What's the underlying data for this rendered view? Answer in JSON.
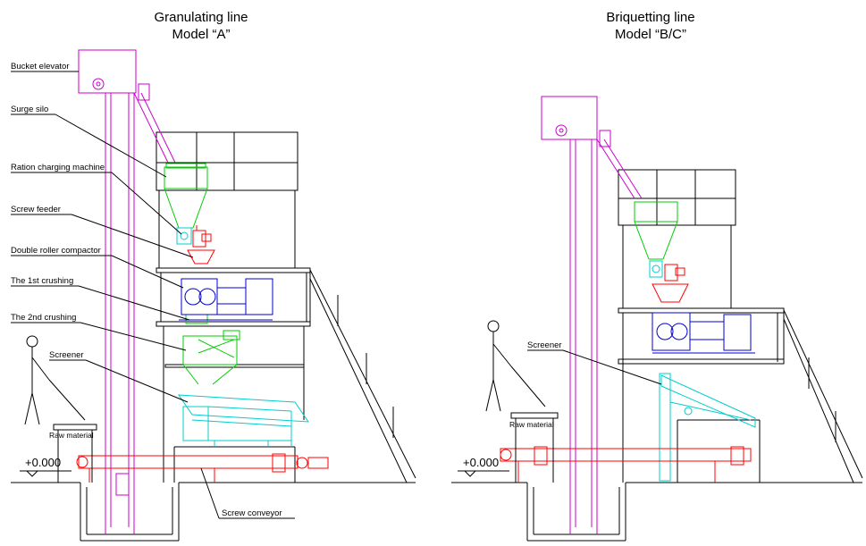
{
  "left": {
    "title_line1": "Granulating line",
    "title_line2": "Model “A”",
    "labels": {
      "bucket_elevator": "Bucket elevator",
      "surge_silo": "Surge silo",
      "ration_charging": "Ration charging machine",
      "screw_feeder": "Screw feeder",
      "compactor": "Double roller compactor",
      "crushing1": "The 1st crushing",
      "crushing2": "The 2nd crushing",
      "screener": "Screener",
      "raw_material": "Raw material",
      "screw_conveyor": "Screw conveyor"
    },
    "level": "+0.000"
  },
  "right": {
    "title_line1": "Briquetting line",
    "title_line2": "Model “B/C”",
    "labels": {
      "screener": "Screener",
      "raw_material": "Raw material"
    },
    "level": "+0.000"
  },
  "colors": {
    "elevator": "#cc00cc",
    "silo": "#00cc00",
    "feeder": "#ff0000",
    "compactor": "#0000cc",
    "screener": "#00cccc",
    "structure": "#000000"
  }
}
